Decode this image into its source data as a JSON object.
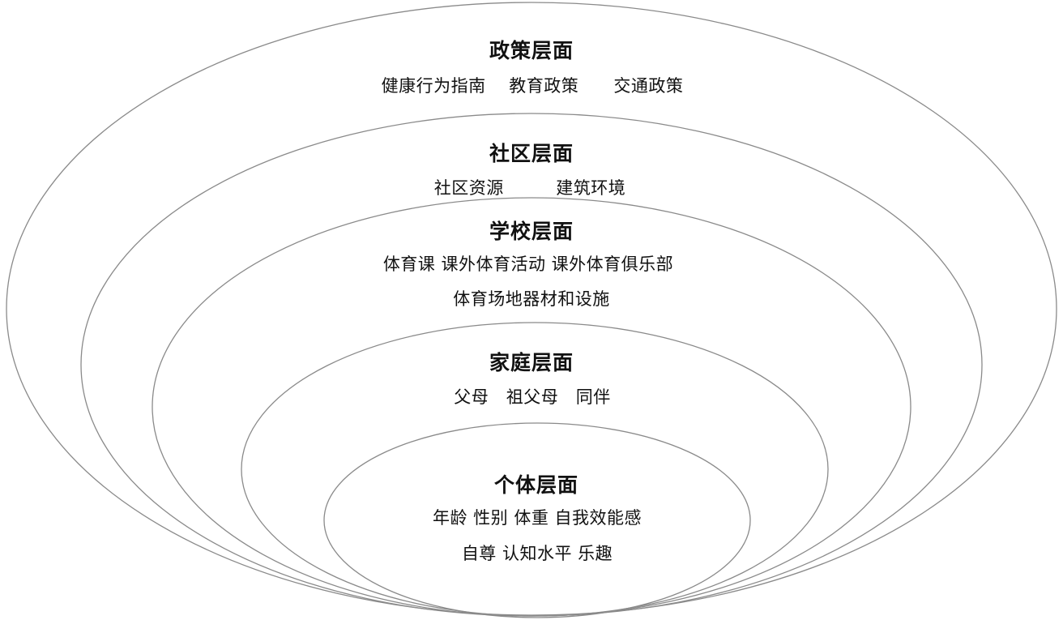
{
  "layers": [
    {
      "title": "政策层面",
      "items": [
        "健康行为指南    教育政策      交通政策"
      ]
    },
    {
      "title": "社区层面",
      "items": [
        "社区资源         建筑环境"
      ]
    },
    {
      "title": "学校层面",
      "items": [
        "体育课 课外体育活动 课外体育俱乐部",
        "体育场地器材和设施"
      ]
    },
    {
      "title": "家庭层面",
      "items": [
        "父母   祖父母   同伴"
      ]
    },
    {
      "title": "个体层面",
      "items": [
        "年龄 性别 体重 自我效能感",
        "自尊 认知水平 乐趣"
      ]
    }
  ]
}
